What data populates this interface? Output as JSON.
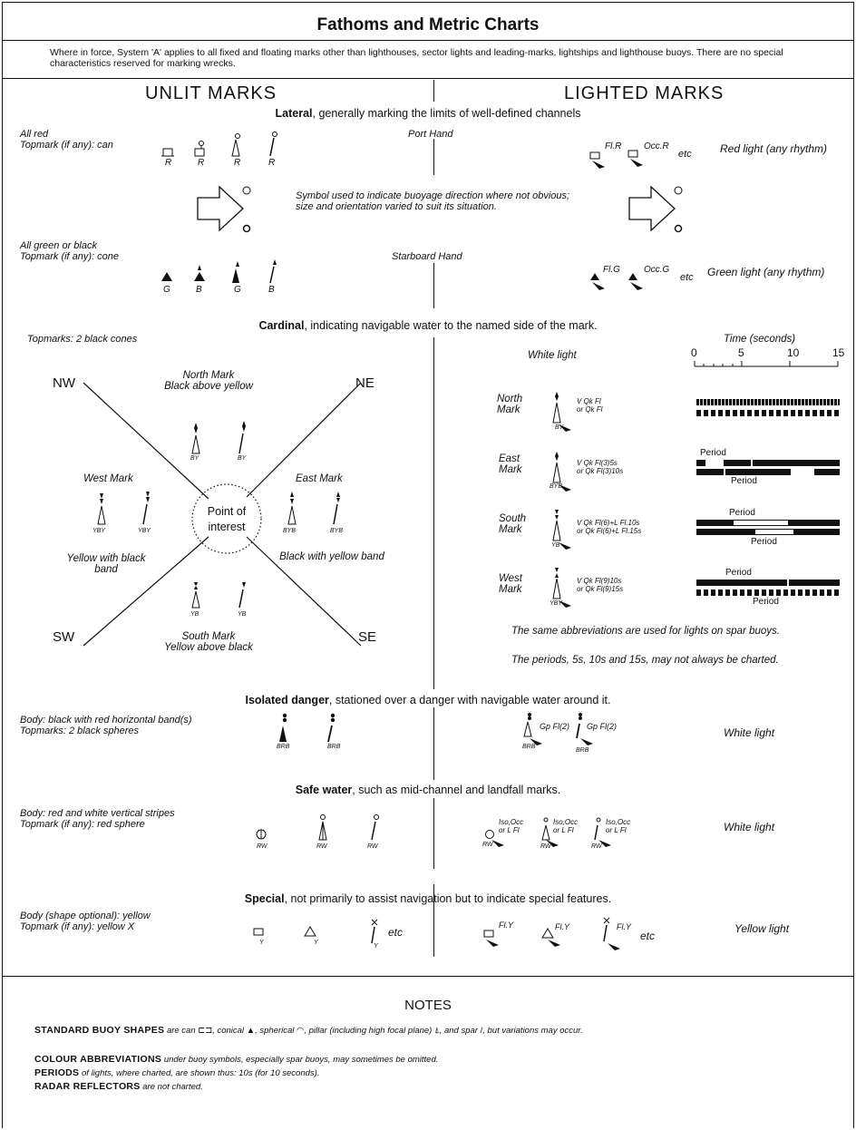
{
  "title": "Fathoms and Metric Charts",
  "intro": "Where in force, System 'A' applies to all fixed and floating marks other than lighthouses, sector lights and leading-marks, lightships and lighthouse buoys. There are no special characteristics reserved for marking wrecks.",
  "columns": {
    "unlit": "UNLIT MARKS",
    "lighted": "LIGHTED MARKS"
  },
  "lateral": {
    "heading_bold": "Lateral",
    "heading_rest": ", generally marking the limits of well-defined channels",
    "port": {
      "label": "Port Hand",
      "body": "All red",
      "topmark": "Topmark (if any): can",
      "letters": [
        "R",
        "R",
        "R",
        "R"
      ],
      "light1": "Fl.R",
      "light2": "Occ.R",
      "etc": "etc",
      "light_desc": "Red light (any rhythm)"
    },
    "direction": "Symbol used to indicate buoyage direction where not obvious; size and orientation varied to suit its situation.",
    "starboard": {
      "label": "Starboard Hand",
      "body": "All green or black",
      "topmark": "Topmark (if any): cone",
      "letters": [
        "G",
        "B",
        "G",
        "B"
      ],
      "light1": "Fl.G",
      "light2": "Occ.G",
      "etc": "etc",
      "light_desc": "Green light (any rhythm)"
    }
  },
  "cardinal": {
    "heading_bold": "Cardinal",
    "heading_rest": ", indicating navigable water to the named side of the mark.",
    "topmarks": "Topmarks: 2 black cones",
    "directions": {
      "nw": "NW",
      "ne": "NE",
      "sw": "SW",
      "se": "SE"
    },
    "north": {
      "name": "North Mark",
      "desc": "Black above yellow",
      "code": "BY"
    },
    "south": {
      "name": "South Mark",
      "desc": "Yellow above black",
      "code": "YB"
    },
    "east": {
      "name": "East Mark",
      "desc": "Black with yellow band",
      "code": "BYB"
    },
    "west": {
      "name": "West Mark",
      "desc": "Yellow with black band",
      "code": "YBY"
    },
    "center": "Point of interest",
    "white_light": "White light",
    "time_label": "Time (seconds)",
    "time_ticks": [
      "0",
      "5",
      "10",
      "15"
    ],
    "period": "Period",
    "lights": [
      {
        "name": "North Mark",
        "code": "BY",
        "l1": "V Qk Fl",
        "l2": "or Qk Fl"
      },
      {
        "name": "East Mark",
        "code": "BYB",
        "l1": "V Qk Fl(3)5s",
        "l2": "or Qk Fl(3)10s"
      },
      {
        "name": "South Mark",
        "code": "YB",
        "l1": "V Qk Fl(6)+L Fl.10s",
        "l2": "or Qk Fl(6)+L Fl.15s"
      },
      {
        "name": "West Mark",
        "code": "YBY",
        "l1": "V Qk Fl(9)10s",
        "l2": "or Qk Fl(9)15s"
      }
    ],
    "note1": "The same abbreviations are used for lights on spar buoys.",
    "note2": "The periods, 5s, 10s and 15s, may not always be charted."
  },
  "isolated": {
    "heading_bold": "Isolated danger",
    "heading_rest": ", stationed over a danger with navigable water around it.",
    "body": "Body: black with red horizontal band(s)",
    "topmarks": "Topmarks: 2 black spheres",
    "code": "BRB",
    "light": "Gp Fl(2)",
    "light_desc": "White light"
  },
  "safe": {
    "heading_bold": "Safe water",
    "heading_rest": ", such as mid-channel and landfall marks.",
    "body": "Body: red and white vertical stripes",
    "topmark": "Topmark (if any): red sphere",
    "code": "RW",
    "light1": "Iso,Occ",
    "light2": "or L Fl",
    "light_desc": "White light"
  },
  "special": {
    "heading_bold": "Special",
    "heading_rest": ", not primarily to assist navigation but to indicate special features.",
    "body": "Body (shape optional): yellow",
    "topmark": "Topmark (if any): yellow X",
    "code": "Y",
    "light": "Fl.Y",
    "etc": "etc",
    "light_desc": "Yellow light"
  },
  "notes": {
    "heading": "NOTES",
    "shapes_bold": "STANDARD BUOY SHAPES",
    "shapes_1": "are can",
    "shapes_2": ", conical",
    "shapes_3": ", spherical",
    "shapes_4": ", pillar (including high focal plane)",
    "shapes_5": ", and spar",
    "shapes_6": ", but variations may occur.",
    "colour_bold": "COLOUR ABBREVIATIONS",
    "colour_rest": "under buoy symbols, especially spar buoys, may sometimes be omitted.",
    "periods_bold": "PERIODS",
    "periods_rest": "of lights, where charted, are shown thus: 10s (for 10 seconds).",
    "radar_bold": "RADAR REFLECTORS",
    "radar_rest": "are not charted."
  }
}
